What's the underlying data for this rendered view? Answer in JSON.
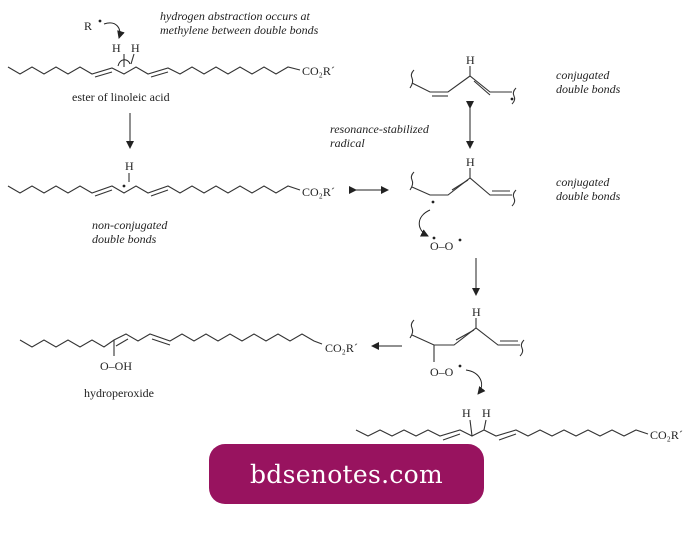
{
  "texts": {
    "abstraction_note_1": "hydrogen abstraction occurs at",
    "abstraction_note_2": "methylene between double bonds",
    "r_radical": "R",
    "h1": "H",
    "h2": "H",
    "co2r_top": "CO₂R´",
    "ester_label": "ester of linoleic acid",
    "h_radical_chain": "H",
    "co2r_mid": "CO₂R´",
    "non_conj_1": "non-conjugated",
    "non_conj_2": "double bonds",
    "h_conj_top": "H",
    "conj_top_1": "conjugated",
    "conj_top_2": "double bonds",
    "resonance_1": "resonance-stabilized",
    "resonance_2": "radical",
    "h_conj_mid": "H",
    "conj_mid_1": "conjugated",
    "conj_mid_2": "double bonds",
    "oxygen_radical": "O–O",
    "h_peroxyl": "H",
    "peroxyl_o": "O–O",
    "co2r_hydroperoxide": "CO₂R´",
    "ooh": "O–OH",
    "hydroperoxide_label": "hydroperoxide",
    "h_bottom_1": "H",
    "h_bottom_2": "H",
    "co2r_bottom": "CO₂R´"
  },
  "watermark": "bdsenotes.com"
}
